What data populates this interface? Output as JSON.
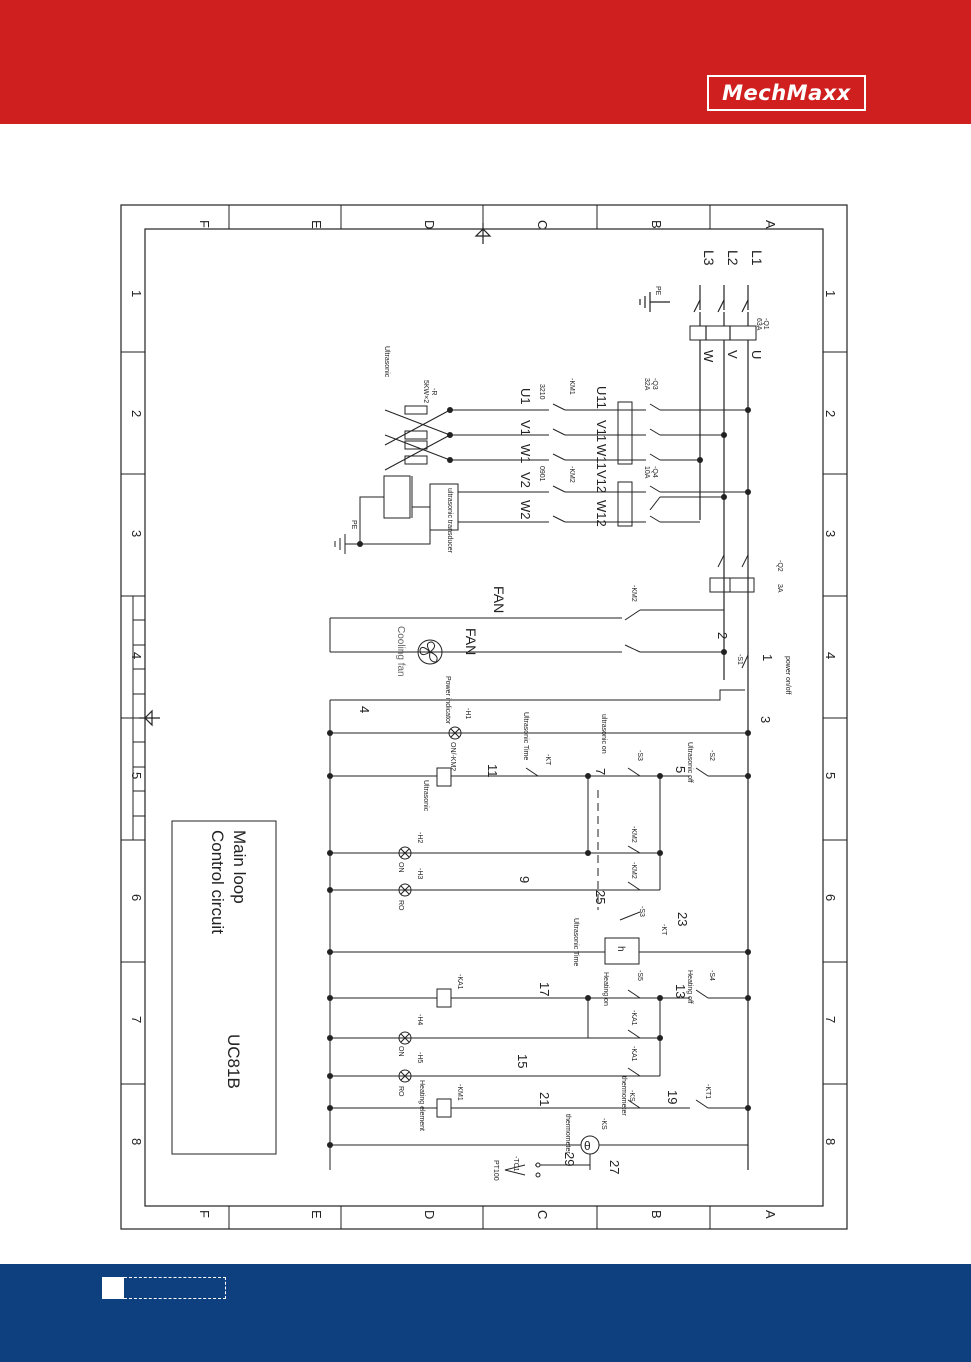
{
  "brand": {
    "logo_text": "MechMaxx",
    "header_color": "#cf1f1f",
    "footer_color": "#0e3f7e"
  },
  "frame": {
    "rows": [
      "A",
      "B",
      "C",
      "D",
      "E",
      "F"
    ],
    "cols": [
      "1",
      "2",
      "3",
      "4",
      "5",
      "6",
      "7",
      "8"
    ]
  },
  "title_block": {
    "line1": "Main loop",
    "line2": "Control circuit",
    "model": "UC81B"
  },
  "labels": {
    "l1": "L1",
    "l2": "L2",
    "l3": "L3",
    "pe": "PE",
    "pe2": "PE",
    "q1": "-Q1",
    "q1_rating": "63A",
    "u": "U",
    "v": "V",
    "w": "W",
    "q3": "-Q3",
    "q3_rating": "32A",
    "q4": "-Q4",
    "q4_rating": "10A",
    "q2": "-Q2",
    "q2_rating": "3A",
    "km1": "-KM1",
    "km1_num": "3210",
    "km2": "-KM2",
    "km2_num": "0901",
    "u1": "U1",
    "v1": "V1",
    "w1": "W1",
    "u11": "U11",
    "v11": "V11",
    "w11": "W11",
    "v2": "V2",
    "w2": "W2",
    "v12": "V12",
    "w12": "W12",
    "r": "-R",
    "r_value": "5KW×2",
    "ultrasonic": "Ultrasonic",
    "transducer": "ultrasonic transducer",
    "km2_fan": "-KM2",
    "fan1": "FAN",
    "fan2": "FAN",
    "cooling_fan": "Cooling fan",
    "s1": "-S1",
    "power_onoff": "power on/off",
    "n1": "1",
    "n2": "2",
    "n3": "3",
    "n4": "4",
    "h1": "-H1",
    "power_indicator": "Power indicator",
    "on_km2": "ON/-KM2",
    "s2": "-S2",
    "ultrasonic_off": "Ultrasonic off",
    "s3": "-S3",
    "ultrasonic_on": "ultrasonic on",
    "kt": "-KT",
    "ultrasonic_time": "Ultrasonic Time",
    "n5": "5",
    "n7": "7",
    "n11": "11",
    "ultrasonic_coil": "Ultrasonic",
    "km2_a": "-KM2",
    "km2_b": "-KM2",
    "h2": "-H2",
    "h3": "-H3",
    "on": "ON",
    "ro": "RO",
    "n9": "9",
    "n25": "25",
    "n23": "23",
    "s3b": "-S3",
    "kt_b": "-KT",
    "ultrasonic_time2": "Ultrasonic Time",
    "timer_h": "h",
    "s4": "-S4",
    "heating_off": "Heating off",
    "s5": "-S5",
    "heating_on": "Heating on",
    "ka1": "-KA1",
    "ka1_b": "-KA1",
    "ka1_c": "-KA1",
    "n13": "13",
    "n17": "17",
    "n15": "15",
    "h4": "-H4",
    "h5": "-H5",
    "on2": "ON",
    "ro2": "RO",
    "ks": "-KS",
    "thermometer": "thermometer",
    "kt1": "-KT1",
    "n19": "19",
    "km1_b": "-KM1",
    "n21": "21",
    "heating_element": "Heating element",
    "ks2": "-KS",
    "thermometer2": "thermometer",
    "n27": "27",
    "n29": "29",
    "tc1": "-TC1",
    "pt100": "PT100",
    "theta": "θ"
  }
}
